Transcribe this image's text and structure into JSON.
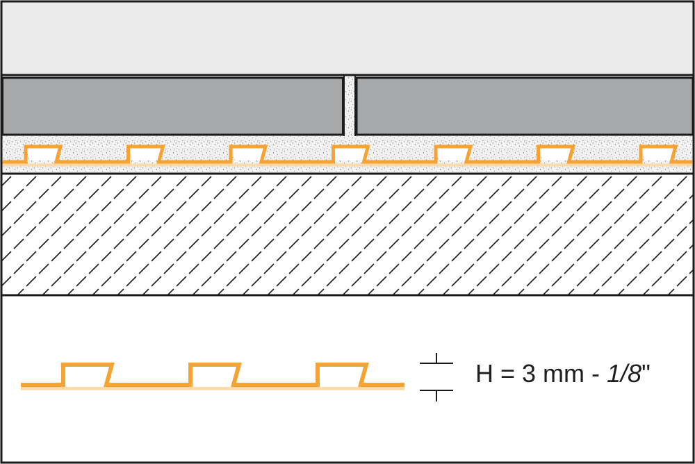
{
  "diagram": {
    "dimension_label": {
      "prefix": "H = 3 mm - ",
      "fraction": "1/8",
      "suffix": "\""
    },
    "colors": {
      "background_band": "#ebebeb",
      "tile": "#a7a8aa",
      "outline": "#1a1a1a",
      "mortar": "#f2f2f2",
      "mortar_speckle": "#8a8a8a",
      "membrane": "#f5a332",
      "membrane_underside": "#fbd9a8",
      "substrate_hatch": "#1a1a1a"
    },
    "membrane_studs_top_count": 7,
    "membrane_studs_bottom_count": 3
  }
}
